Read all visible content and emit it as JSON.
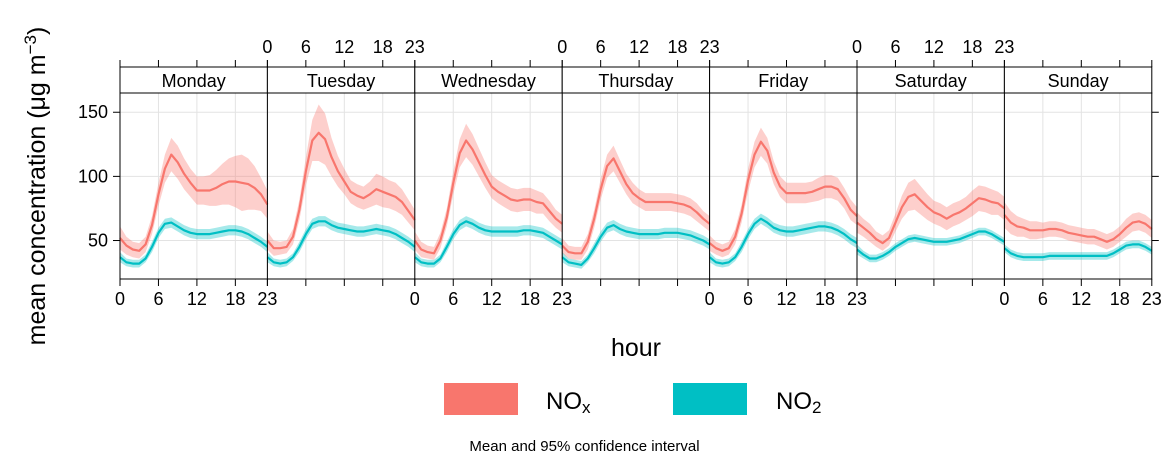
{
  "chart_data": {
    "type": "line",
    "x_label": "hour",
    "y_label": "mean concentration (μg m",
    "y_label_sup": "−3",
    "y_label_close": ")",
    "y_ticks": [
      50,
      100,
      150
    ],
    "ylim": [
      20,
      165
    ],
    "x_ticks": [
      0,
      6,
      12,
      18,
      23
    ],
    "xlim": [
      0,
      23
    ],
    "grid": true,
    "panels": [
      "Monday",
      "Tuesday",
      "Wednesday",
      "Thursday",
      "Friday",
      "Saturday",
      "Sunday"
    ],
    "series": [
      {
        "name": "NO",
        "subscript": "x",
        "color": "#F8766D",
        "values": {
          "Monday": [
            52,
            46,
            43,
            42,
            47,
            62,
            86,
            106,
            117,
            111,
            102,
            95,
            89,
            89,
            89,
            91,
            94,
            96,
            96,
            95,
            94,
            91,
            86,
            78
          ],
          "Tuesday": [
            50,
            44,
            44,
            45,
            53,
            74,
            104,
            128,
            134,
            129,
            115,
            104,
            96,
            88,
            85,
            83,
            86,
            90,
            88,
            86,
            84,
            80,
            73,
            66
          ],
          "Wednesday": [
            50,
            43,
            41,
            40,
            50,
            68,
            95,
            118,
            128,
            121,
            111,
            101,
            92,
            88,
            85,
            82,
            81,
            82,
            82,
            80,
            79,
            73,
            67,
            63
          ],
          "Thursday": [
            46,
            41,
            40,
            40,
            49,
            67,
            90,
            108,
            114,
            104,
            94,
            87,
            83,
            80,
            80,
            80,
            80,
            80,
            79,
            78,
            76,
            72,
            67,
            63
          ],
          "Friday": [
            48,
            44,
            42,
            44,
            53,
            71,
            97,
            117,
            127,
            120,
            103,
            92,
            87,
            87,
            87,
            87,
            88,
            90,
            92,
            92,
            90,
            83,
            74,
            69
          ],
          "Saturday": [
            64,
            60,
            56,
            51,
            48,
            52,
            64,
            76,
            84,
            86,
            81,
            76,
            72,
            70,
            67,
            70,
            72,
            75,
            79,
            83,
            82,
            80,
            79,
            75
          ],
          "Sunday": [
            70,
            64,
            61,
            60,
            58,
            58,
            58,
            59,
            59,
            58,
            56,
            55,
            54,
            53,
            53,
            51,
            49,
            51,
            55,
            60,
            64,
            65,
            63,
            59
          ]
        },
        "ci_half_width": {
          "Monday": [
            9,
            7,
            6,
            6,
            6,
            7,
            9,
            11,
            13,
            13,
            12,
            11,
            11,
            11,
            12,
            14,
            16,
            18,
            20,
            22,
            20,
            17,
            13,
            11
          ],
          "Tuesday": [
            7,
            6,
            5,
            5,
            6,
            8,
            11,
            16,
            22,
            20,
            15,
            12,
            10,
            9,
            9,
            9,
            10,
            12,
            12,
            11,
            11,
            10,
            9,
            8
          ],
          "Wednesday": [
            7,
            6,
            5,
            5,
            6,
            7,
            9,
            11,
            13,
            12,
            11,
            10,
            9,
            9,
            9,
            9,
            9,
            9,
            9,
            9,
            8,
            8,
            7,
            7
          ],
          "Thursday": [
            6,
            5,
            5,
            5,
            6,
            7,
            8,
            9,
            10,
            9,
            8,
            8,
            7,
            7,
            7,
            7,
            7,
            7,
            7,
            7,
            7,
            7,
            6,
            6
          ],
          "Friday": [
            6,
            5,
            5,
            5,
            6,
            7,
            9,
            10,
            11,
            10,
            9,
            8,
            8,
            8,
            8,
            8,
            8,
            9,
            9,
            9,
            9,
            8,
            8,
            7
          ],
          "Saturday": [
            8,
            7,
            7,
            6,
            6,
            6,
            7,
            9,
            11,
            12,
            11,
            10,
            9,
            9,
            9,
            9,
            9,
            9,
            10,
            10,
            10,
            10,
            9,
            9
          ],
          "Sunday": [
            10,
            9,
            8,
            7,
            7,
            7,
            6,
            6,
            6,
            6,
            6,
            6,
            6,
            6,
            6,
            6,
            6,
            6,
            6,
            7,
            7,
            7,
            7,
            7
          ]
        }
      },
      {
        "name": "NO",
        "subscript": "2",
        "color": "#00BFC4",
        "values": {
          "Monday": [
            37,
            33,
            32,
            32,
            36,
            45,
            56,
            63,
            64,
            61,
            58,
            56,
            55,
            55,
            55,
            56,
            57,
            58,
            58,
            57,
            55,
            52,
            49,
            45
          ],
          "Tuesday": [
            37,
            33,
            32,
            33,
            37,
            45,
            55,
            63,
            65,
            65,
            62,
            60,
            59,
            58,
            57,
            57,
            58,
            59,
            58,
            57,
            55,
            52,
            49,
            45
          ],
          "Wednesday": [
            37,
            33,
            32,
            32,
            36,
            45,
            55,
            62,
            65,
            63,
            60,
            58,
            57,
            57,
            57,
            57,
            57,
            58,
            58,
            57,
            56,
            53,
            50,
            47
          ],
          "Thursday": [
            37,
            33,
            32,
            31,
            36,
            44,
            53,
            60,
            62,
            59,
            57,
            56,
            55,
            55,
            55,
            55,
            56,
            56,
            56,
            55,
            54,
            52,
            50,
            47
          ],
          "Friday": [
            37,
            33,
            32,
            33,
            37,
            45,
            55,
            63,
            67,
            64,
            60,
            58,
            57,
            57,
            58,
            59,
            60,
            61,
            61,
            60,
            58,
            55,
            51,
            48
          ],
          "Saturday": [
            43,
            39,
            36,
            36,
            38,
            41,
            45,
            48,
            51,
            52,
            51,
            50,
            49,
            49,
            49,
            50,
            51,
            53,
            55,
            57,
            57,
            55,
            52,
            49
          ],
          "Sunday": [
            44,
            40,
            38,
            37,
            37,
            37,
            37,
            38,
            38,
            38,
            38,
            38,
            38,
            38,
            38,
            38,
            38,
            40,
            43,
            46,
            47,
            47,
            45,
            42
          ]
        },
        "ci_half_width": {
          "Monday": [
            4,
            3,
            3,
            3,
            3,
            4,
            4,
            4,
            4,
            4,
            4,
            4,
            4,
            4,
            4,
            4,
            4,
            4,
            4,
            4,
            4,
            4,
            4,
            4
          ],
          "Tuesday": [
            4,
            3,
            3,
            3,
            3,
            4,
            4,
            4,
            4,
            4,
            4,
            4,
            4,
            4,
            4,
            4,
            4,
            4,
            4,
            4,
            4,
            4,
            4,
            4
          ],
          "Wednesday": [
            4,
            3,
            3,
            3,
            3,
            4,
            4,
            4,
            4,
            4,
            4,
            4,
            4,
            4,
            4,
            4,
            4,
            4,
            4,
            4,
            4,
            4,
            4,
            4
          ],
          "Thursday": [
            4,
            3,
            3,
            3,
            3,
            4,
            4,
            4,
            4,
            4,
            4,
            4,
            4,
            4,
            4,
            4,
            4,
            4,
            4,
            4,
            4,
            4,
            4,
            4
          ],
          "Friday": [
            4,
            3,
            3,
            3,
            3,
            4,
            4,
            4,
            4,
            4,
            4,
            4,
            4,
            4,
            4,
            4,
            4,
            4,
            4,
            4,
            4,
            4,
            4,
            4
          ],
          "Saturday": [
            4,
            3,
            3,
            3,
            3,
            3,
            3,
            3,
            3,
            3,
            3,
            3,
            3,
            3,
            3,
            3,
            3,
            3,
            3,
            3,
            3,
            3,
            3,
            3
          ],
          "Sunday": [
            3,
            3,
            3,
            3,
            3,
            3,
            3,
            3,
            3,
            3,
            3,
            3,
            3,
            3,
            3,
            3,
            3,
            3,
            3,
            3,
            3,
            3,
            3,
            3
          ]
        }
      }
    ],
    "caption": "Mean and 95% confidence interval"
  }
}
